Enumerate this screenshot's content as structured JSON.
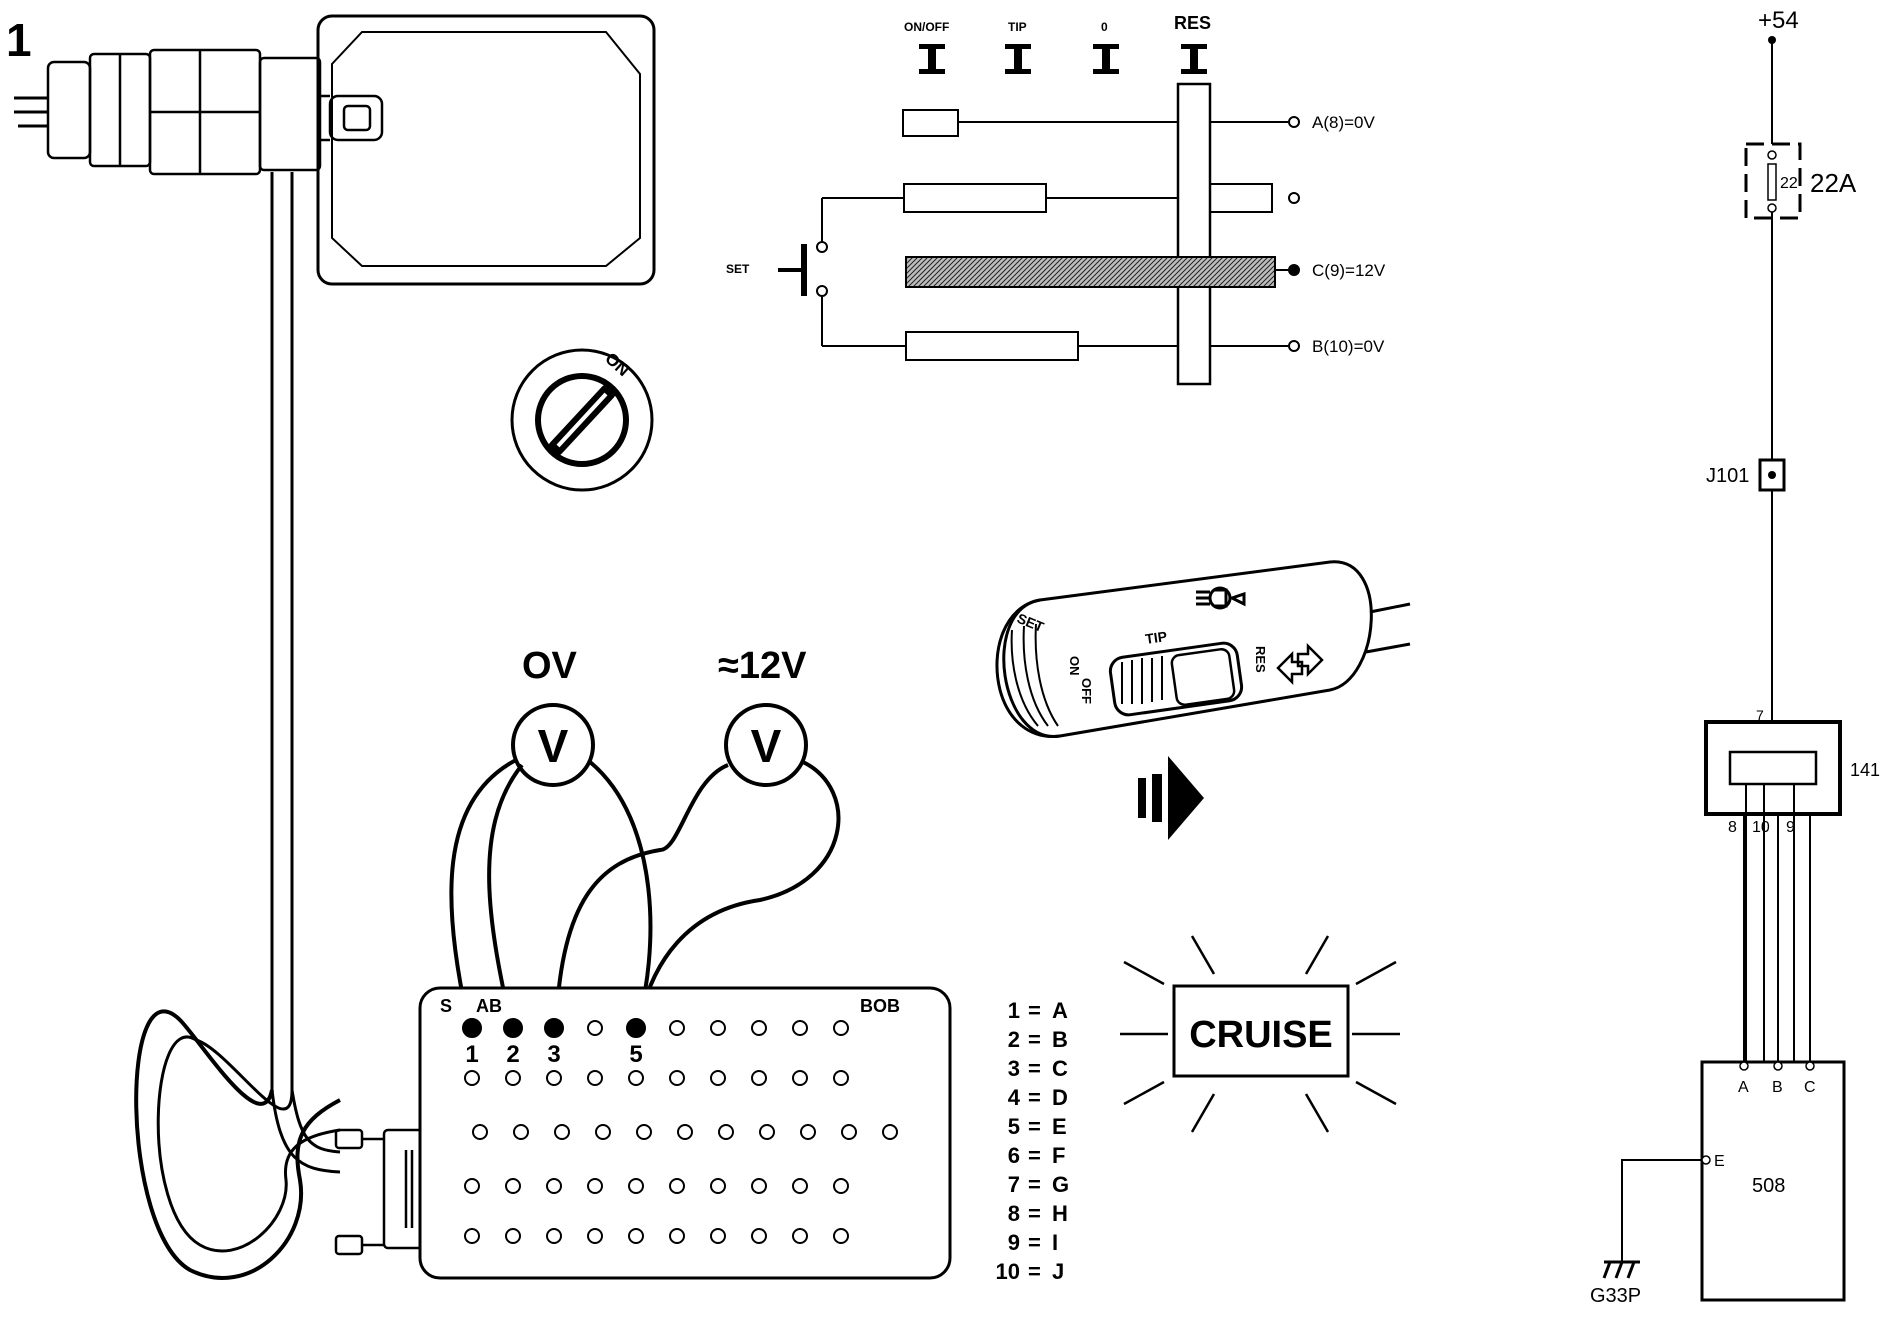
{
  "figure_number": "1",
  "switch_positions": {
    "on_off": "ON/OFF",
    "tip": "TIP",
    "zero": "0",
    "res": "RES",
    "set": "SET"
  },
  "outputs": {
    "a": "A(8)=0V",
    "c": "C(9)=12V",
    "b": "B(10)=0V"
  },
  "ignition": {
    "on_label": "ON"
  },
  "meters": {
    "left": {
      "reading": "OV",
      "symbol": "V"
    },
    "right": {
      "reading": "≈12V",
      "symbol": "V"
    }
  },
  "bob": {
    "title": "BOB",
    "side_labels": [
      "S",
      "AB"
    ],
    "pin_numbers": [
      "1",
      "2",
      "3",
      "5"
    ]
  },
  "pin_map": [
    {
      "num": "1",
      "eq": "=",
      "letter": "A"
    },
    {
      "num": "2",
      "eq": "=",
      "letter": "B"
    },
    {
      "num": "3",
      "eq": "=",
      "letter": "C"
    },
    {
      "num": "4",
      "eq": "=",
      "letter": "D"
    },
    {
      "num": "5",
      "eq": "=",
      "letter": "E"
    },
    {
      "num": "6",
      "eq": "=",
      "letter": "F"
    },
    {
      "num": "7",
      "eq": "=",
      "letter": "G"
    },
    {
      "num": "8",
      "eq": "=",
      "letter": "H"
    },
    {
      "num": "9",
      "eq": "=",
      "letter": "I"
    },
    {
      "num": "10",
      "eq": "=",
      "letter": "J"
    }
  ],
  "stalk": {
    "set": "SET",
    "on": "ON",
    "off": "OFF",
    "tip": "TIP",
    "res": "RES"
  },
  "cruise_lamp": {
    "label": "CRUISE"
  },
  "wiring": {
    "supply": "+54",
    "fuse_number": "22",
    "fuse_label": "22A",
    "junction": "J101",
    "switch_block": "141",
    "switch_pin_top": "7",
    "switch_pins": [
      "8",
      "10",
      "9"
    ],
    "module": "508",
    "module_pins": [
      "A",
      "B",
      "C"
    ],
    "module_earth_pin": "E",
    "earth_label": "G33P"
  }
}
